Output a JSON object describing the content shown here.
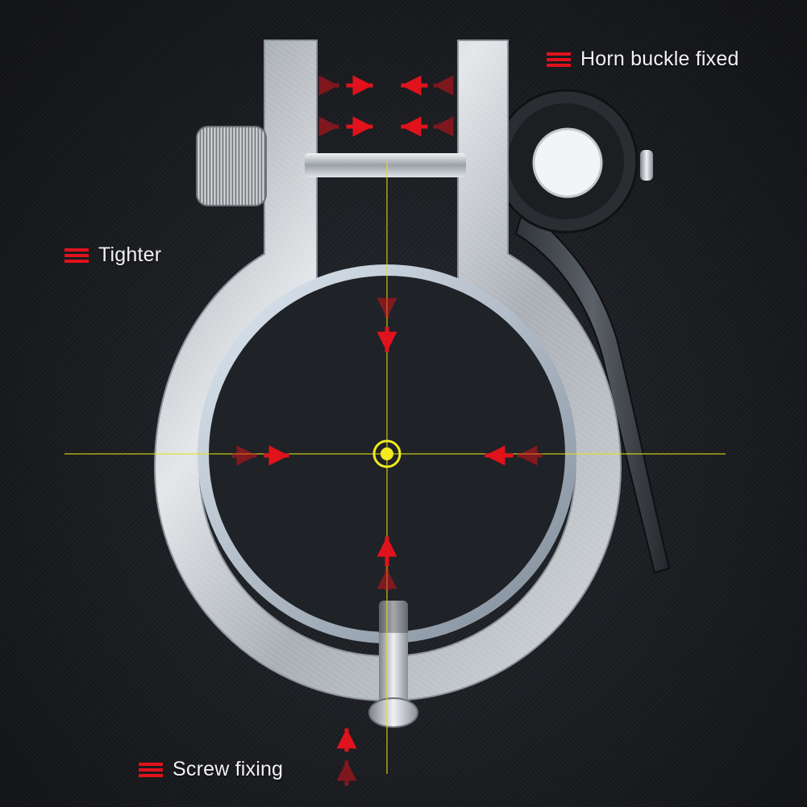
{
  "labels": {
    "horn": "Horn buckle fixed",
    "tighter": "Tighter",
    "screw": "Screw fixing"
  },
  "colors": {
    "accent": "#e0121c",
    "crosshair": "#e6e01a",
    "metal": "#c9ced4",
    "background": "#1d1f23"
  }
}
